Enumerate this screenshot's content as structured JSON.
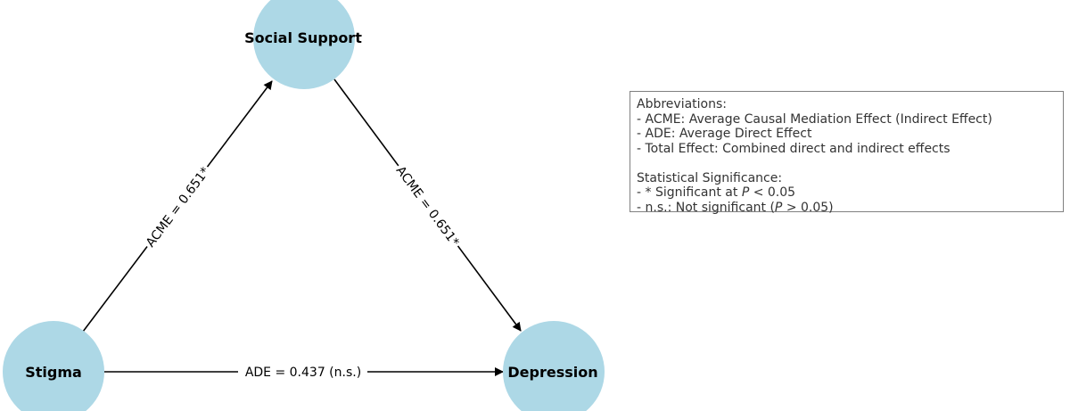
{
  "diagram": {
    "nodes": [
      {
        "id": "social",
        "label": "Social Support",
        "color": "#add8e6"
      },
      {
        "id": "stigma",
        "label": "Stigma",
        "color": "#add8e6"
      },
      {
        "id": "depression",
        "label": "Depression",
        "color": "#add8e6"
      }
    ],
    "edges": [
      {
        "from": "stigma",
        "to": "social",
        "label": "ACME = 0.651*"
      },
      {
        "from": "social",
        "to": "depression",
        "label": "ACME = 0.651*"
      },
      {
        "from": "stigma",
        "to": "depression",
        "label": "ADE = 0.437 (n.s.)"
      }
    ],
    "edge_color": "#000000"
  },
  "legend": {
    "abbrev_title": "Abbreviations:",
    "abbrev_items": [
      "- ACME: Average Causal Mediation Effect (Indirect Effect)",
      "- ADE: Average Direct Effect",
      "- Total Effect: Combined direct and indirect effects"
    ],
    "sig_title": "Statistical Significance:",
    "sig_item_1_pre": "- * Significant at ",
    "sig_item_1_var": "P",
    "sig_item_1_post": " < 0.05",
    "sig_item_2_pre": "- n.s.: Not significant (",
    "sig_item_2_var": "P",
    "sig_item_2_post": " > 0.05)",
    "border_color": "#808080",
    "text_color": "#333333"
  }
}
